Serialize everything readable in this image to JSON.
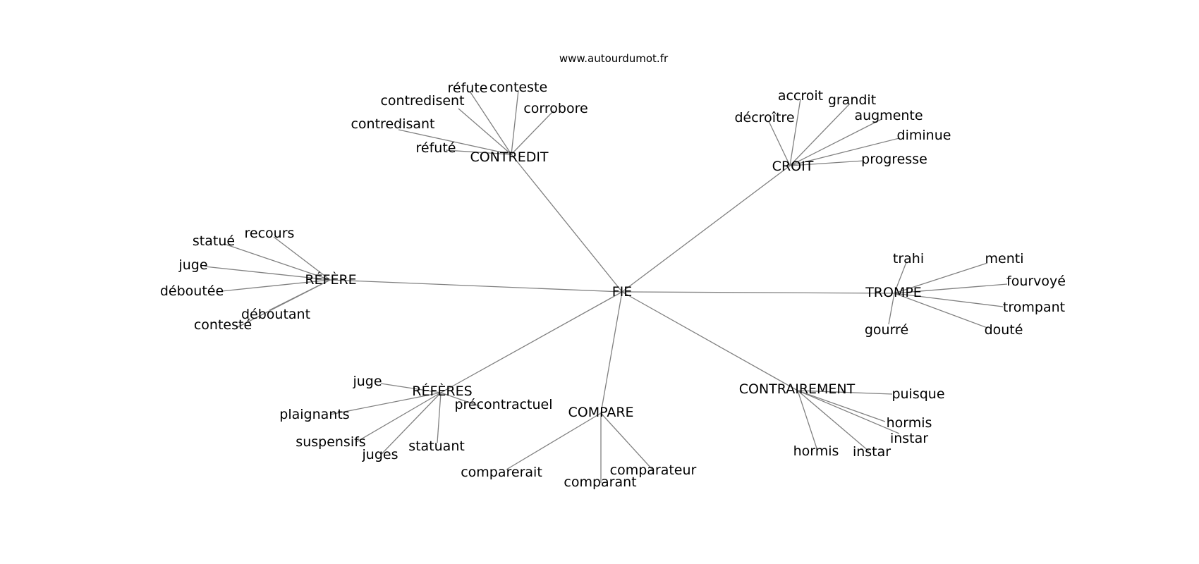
{
  "watermark": "www.autourdumot.fr",
  "graph": {
    "center": "FIE",
    "clusters": [
      {
        "hub": "CONTREDIT",
        "leaves": [
          "réfute",
          "conteste",
          "contredisent",
          "corrobore",
          "contredisant",
          "réfuté"
        ]
      },
      {
        "hub": "CROIT",
        "leaves": [
          "accroit",
          "grandit",
          "décroître",
          "augmente",
          "diminue",
          "progresse"
        ]
      },
      {
        "hub": "RÉFÈRE",
        "leaves": [
          "recours",
          "statué",
          "juge",
          "déboutée",
          "déboutant",
          "contesté"
        ]
      },
      {
        "hub": "TROMPE",
        "leaves": [
          "trahi",
          "menti",
          "fourvoyé",
          "trompant",
          "gourré",
          "douté"
        ]
      },
      {
        "hub": "RÉFÈRES",
        "leaves": [
          "juge",
          "précontractuel",
          "plaignants",
          "suspensifs",
          "statuant",
          "juges"
        ]
      },
      {
        "hub": "COMPARE",
        "leaves": [
          "comparerait",
          "comparant",
          "comparateur"
        ]
      },
      {
        "hub": "CONTRAIREMENT",
        "leaves": [
          "puisque",
          "hormis",
          "instar",
          "hormis",
          "instar"
        ]
      }
    ]
  }
}
